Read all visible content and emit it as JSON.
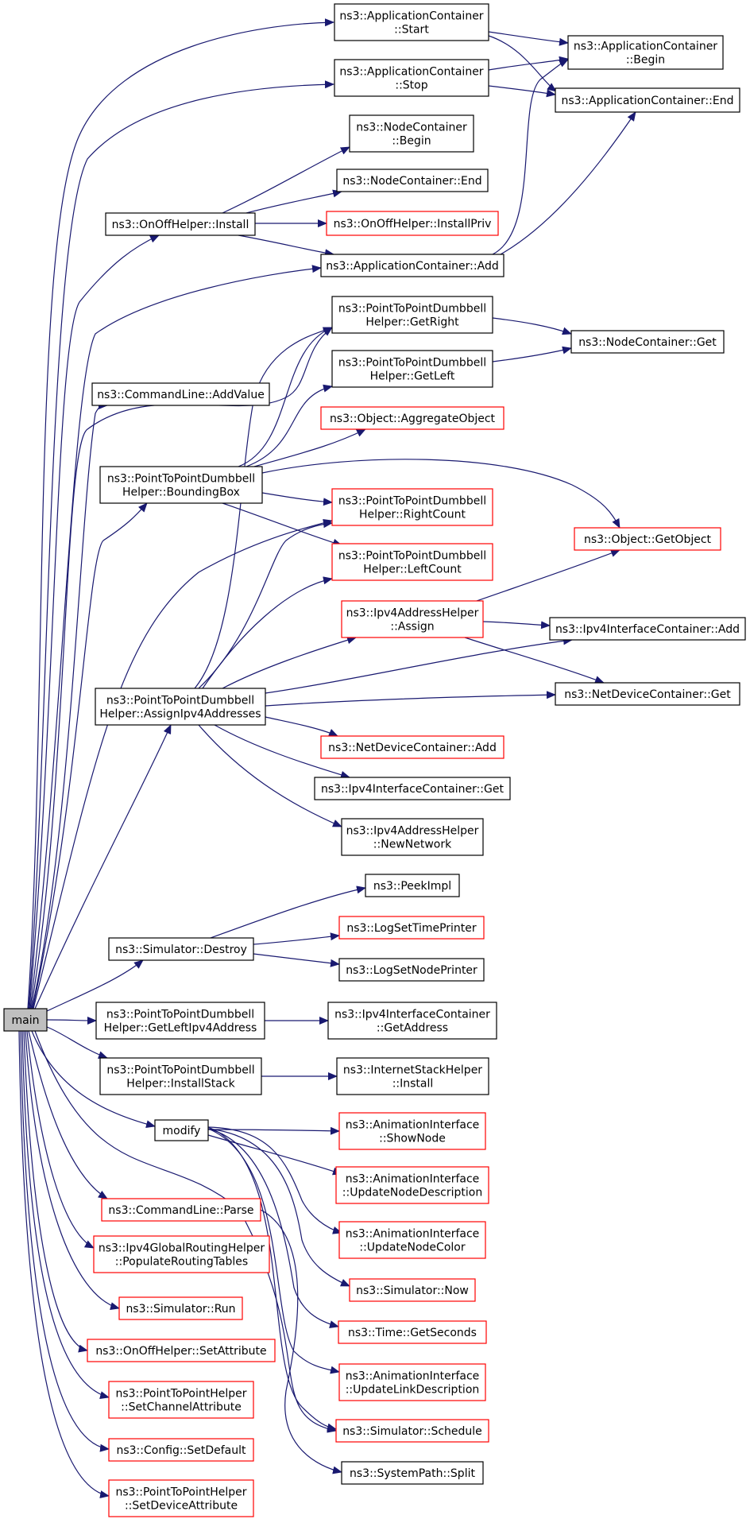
{
  "diagram": {
    "type": "call-graph",
    "colors": {
      "edge": "#191970",
      "node_border": "#000000",
      "truncated_node_border": "#ff0000",
      "root_fill": "#bfbfbf",
      "node_fill": "#ffffff"
    },
    "nodes": [
      {
        "id": "main",
        "lines": [
          "main"
        ],
        "root": true
      },
      {
        "id": "app_start",
        "lines": [
          "ns3::ApplicationContainer",
          "::Start"
        ]
      },
      {
        "id": "app_stop",
        "lines": [
          "ns3::ApplicationContainer",
          "::Stop"
        ]
      },
      {
        "id": "app_begin",
        "lines": [
          "ns3::ApplicationContainer",
          "::Begin"
        ]
      },
      {
        "id": "app_end",
        "lines": [
          "ns3::ApplicationContainer::End"
        ]
      },
      {
        "id": "nc_begin",
        "lines": [
          "ns3::NodeContainer",
          "::Begin"
        ]
      },
      {
        "id": "nc_end",
        "lines": [
          "ns3::NodeContainer::End"
        ]
      },
      {
        "id": "onoff_install",
        "lines": [
          "ns3::OnOffHelper::Install"
        ]
      },
      {
        "id": "onoff_installpriv",
        "lines": [
          "ns3::OnOffHelper::InstallPriv"
        ],
        "truncated": true
      },
      {
        "id": "app_add",
        "lines": [
          "ns3::ApplicationContainer::Add"
        ]
      },
      {
        "id": "db_getright",
        "lines": [
          "ns3::PointToPointDumbbell",
          "Helper::GetRight"
        ]
      },
      {
        "id": "nc_get",
        "lines": [
          "ns3::NodeContainer::Get"
        ]
      },
      {
        "id": "db_getleft",
        "lines": [
          "ns3::PointToPointDumbbell",
          "Helper::GetLeft"
        ]
      },
      {
        "id": "cl_addvalue",
        "lines": [
          "ns3::CommandLine::AddValue"
        ]
      },
      {
        "id": "obj_aggregate",
        "lines": [
          "ns3::Object::AggregateObject"
        ],
        "truncated": true
      },
      {
        "id": "db_boundingbox",
        "lines": [
          "ns3::PointToPointDumbbell",
          "Helper::BoundingBox"
        ]
      },
      {
        "id": "db_rightcount",
        "lines": [
          "ns3::PointToPointDumbbell",
          "Helper::RightCount"
        ],
        "truncated": true
      },
      {
        "id": "obj_getobject",
        "lines": [
          "ns3::Object::GetObject"
        ],
        "truncated": true
      },
      {
        "id": "db_leftcount",
        "lines": [
          "ns3::PointToPointDumbbell",
          "Helper::LeftCount"
        ],
        "truncated": true
      },
      {
        "id": "ipv4addr_assign",
        "lines": [
          "ns3::Ipv4AddressHelper",
          "::Assign"
        ],
        "truncated": true
      },
      {
        "id": "ipv4ic_add",
        "lines": [
          "ns3::Ipv4InterfaceContainer::Add"
        ]
      },
      {
        "id": "db_assignipv4",
        "lines": [
          "ns3::PointToPointDumbbell",
          "Helper::AssignIpv4Addresses"
        ]
      },
      {
        "id": "ndc_get",
        "lines": [
          "ns3::NetDeviceContainer::Get"
        ]
      },
      {
        "id": "ndc_add",
        "lines": [
          "ns3::NetDeviceContainer::Add"
        ],
        "truncated": true
      },
      {
        "id": "ipv4ic_get",
        "lines": [
          "ns3::Ipv4InterfaceContainer::Get"
        ]
      },
      {
        "id": "ipv4addr_newnet",
        "lines": [
          "ns3::Ipv4AddressHelper",
          "::NewNetwork"
        ]
      },
      {
        "id": "peekimpl",
        "lines": [
          "ns3::PeekImpl"
        ]
      },
      {
        "id": "sim_destroy",
        "lines": [
          "ns3::Simulator::Destroy"
        ]
      },
      {
        "id": "log_timeprinter",
        "lines": [
          "ns3::LogSetTimePrinter"
        ],
        "truncated": true
      },
      {
        "id": "log_nodeprinter",
        "lines": [
          "ns3::LogSetNodePrinter"
        ]
      },
      {
        "id": "db_getleftipv4",
        "lines": [
          "ns3::PointToPointDumbbell",
          "Helper::GetLeftIpv4Address"
        ]
      },
      {
        "id": "ipv4ic_getaddr",
        "lines": [
          "ns3::Ipv4InterfaceContainer",
          "::GetAddress"
        ]
      },
      {
        "id": "db_installstack",
        "lines": [
          "ns3::PointToPointDumbbell",
          "Helper::InstallStack"
        ]
      },
      {
        "id": "ish_install",
        "lines": [
          "ns3::InternetStackHelper",
          "::Install"
        ]
      },
      {
        "id": "modify",
        "lines": [
          "modify"
        ]
      },
      {
        "id": "anim_shownode",
        "lines": [
          "ns3::AnimationInterface",
          "::ShowNode"
        ],
        "truncated": true
      },
      {
        "id": "anim_updatedesc",
        "lines": [
          "ns3::AnimationInterface",
          "::UpdateNodeDescription"
        ],
        "truncated": true
      },
      {
        "id": "anim_updatecolor",
        "lines": [
          "ns3::AnimationInterface",
          "::UpdateNodeColor"
        ],
        "truncated": true
      },
      {
        "id": "cl_parse",
        "lines": [
          "ns3::CommandLine::Parse"
        ],
        "truncated": true
      },
      {
        "id": "sim_now",
        "lines": [
          "ns3::Simulator::Now"
        ],
        "truncated": true
      },
      {
        "id": "ipv4grh_populate",
        "lines": [
          "ns3::Ipv4GlobalRoutingHelper",
          "::PopulateRoutingTables"
        ],
        "truncated": true
      },
      {
        "id": "time_getseconds",
        "lines": [
          "ns3::Time::GetSeconds"
        ],
        "truncated": true
      },
      {
        "id": "sim_run",
        "lines": [
          "ns3::Simulator::Run"
        ],
        "truncated": true
      },
      {
        "id": "onoff_setattr",
        "lines": [
          "ns3::OnOffHelper::SetAttribute"
        ],
        "truncated": true
      },
      {
        "id": "anim_updatelinkdesc",
        "lines": [
          "ns3::AnimationInterface",
          "::UpdateLinkDescription"
        ],
        "truncated": true
      },
      {
        "id": "p2p_setchannel",
        "lines": [
          "ns3::PointToPointHelper",
          "::SetChannelAttribute"
        ],
        "truncated": true
      },
      {
        "id": "sim_schedule",
        "lines": [
          "ns3::Simulator::Schedule"
        ],
        "truncated": true
      },
      {
        "id": "config_setdefault",
        "lines": [
          "ns3::Config::SetDefault"
        ],
        "truncated": true
      },
      {
        "id": "systempath_split",
        "lines": [
          "ns3::SystemPath::Split"
        ]
      },
      {
        "id": "p2p_setdevice",
        "lines": [
          "ns3::PointToPointHelper",
          "::SetDeviceAttribute"
        ],
        "truncated": true
      }
    ],
    "edges": [
      [
        "main",
        "app_start"
      ],
      [
        "main",
        "app_stop"
      ],
      [
        "main",
        "onoff_install"
      ],
      [
        "main",
        "app_add"
      ],
      [
        "main",
        "db_getright"
      ],
      [
        "main",
        "cl_addvalue"
      ],
      [
        "main",
        "db_boundingbox"
      ],
      [
        "main",
        "db_rightcount"
      ],
      [
        "main",
        "db_assignipv4"
      ],
      [
        "main",
        "sim_destroy"
      ],
      [
        "main",
        "db_getleftipv4"
      ],
      [
        "main",
        "db_installstack"
      ],
      [
        "main",
        "modify"
      ],
      [
        "main",
        "cl_parse"
      ],
      [
        "main",
        "ipv4grh_populate"
      ],
      [
        "main",
        "sim_run"
      ],
      [
        "main",
        "onoff_setattr"
      ],
      [
        "main",
        "p2p_setchannel"
      ],
      [
        "main",
        "config_setdefault"
      ],
      [
        "main",
        "p2p_setdevice"
      ],
      [
        "main",
        "sim_schedule"
      ],
      [
        "app_start",
        "app_begin"
      ],
      [
        "app_start",
        "app_end"
      ],
      [
        "app_stop",
        "app_begin"
      ],
      [
        "app_stop",
        "app_end"
      ],
      [
        "onoff_install",
        "nc_begin"
      ],
      [
        "onoff_install",
        "nc_end"
      ],
      [
        "onoff_install",
        "onoff_installpriv"
      ],
      [
        "onoff_install",
        "app_add"
      ],
      [
        "app_add",
        "app_begin"
      ],
      [
        "app_add",
        "app_end"
      ],
      [
        "db_getright",
        "nc_get"
      ],
      [
        "db_getleft",
        "nc_get"
      ],
      [
        "db_boundingbox",
        "db_getright"
      ],
      [
        "db_boundingbox",
        "db_getleft"
      ],
      [
        "db_boundingbox",
        "obj_aggregate"
      ],
      [
        "db_boundingbox",
        "obj_getobject"
      ],
      [
        "db_boundingbox",
        "db_rightcount"
      ],
      [
        "db_boundingbox",
        "db_leftcount"
      ],
      [
        "ipv4addr_assign",
        "obj_getobject"
      ],
      [
        "ipv4addr_assign",
        "ipv4ic_add"
      ],
      [
        "ipv4addr_assign",
        "ndc_get"
      ],
      [
        "db_assignipv4",
        "db_getright"
      ],
      [
        "db_assignipv4",
        "db_rightcount"
      ],
      [
        "db_assignipv4",
        "db_leftcount"
      ],
      [
        "db_assignipv4",
        "ipv4addr_assign"
      ],
      [
        "db_assignipv4",
        "ipv4ic_add"
      ],
      [
        "db_assignipv4",
        "ndc_get"
      ],
      [
        "db_assignipv4",
        "ndc_add"
      ],
      [
        "db_assignipv4",
        "ipv4ic_get"
      ],
      [
        "db_assignipv4",
        "ipv4addr_newnet"
      ],
      [
        "sim_destroy",
        "peekimpl"
      ],
      [
        "sim_destroy",
        "log_timeprinter"
      ],
      [
        "sim_destroy",
        "log_nodeprinter"
      ],
      [
        "db_getleftipv4",
        "ipv4ic_getaddr"
      ],
      [
        "db_installstack",
        "ish_install"
      ],
      [
        "modify",
        "anim_shownode"
      ],
      [
        "modify",
        "anim_updatedesc"
      ],
      [
        "modify",
        "anim_updatecolor"
      ],
      [
        "modify",
        "sim_now"
      ],
      [
        "modify",
        "time_getseconds"
      ],
      [
        "modify",
        "anim_updatelinkdesc"
      ],
      [
        "modify",
        "sim_schedule"
      ],
      [
        "cl_parse",
        "systempath_split"
      ]
    ]
  }
}
